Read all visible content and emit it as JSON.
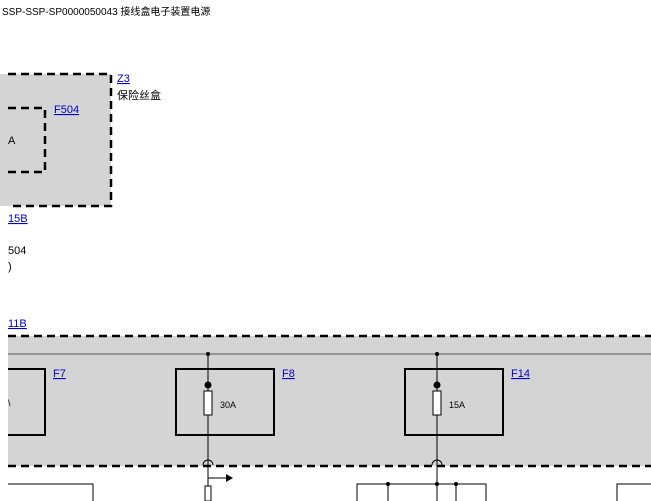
{
  "header": {
    "title": "SSP-SSP-SP0000050043 接线盒电子装置电源"
  },
  "fuse_box": {
    "link": "Z3",
    "name": "保险丝盒"
  },
  "upper_fuse": {
    "link": "F504",
    "rating_partial": "A"
  },
  "left_labels": {
    "link_15b": "15B",
    "text_504": "504",
    "text_paren": ")",
    "link_11b": "11B"
  },
  "fuses": [
    {
      "link": "F7",
      "rating": ""
    },
    {
      "link": "F8",
      "rating": "30A"
    },
    {
      "link": "F14",
      "rating": "15A"
    }
  ],
  "partial_text": {
    "f7_rating_fragment": "\\"
  },
  "colors": {
    "box_fill": "#d4d4d4",
    "link": "#0000cc",
    "line": "#000000"
  }
}
